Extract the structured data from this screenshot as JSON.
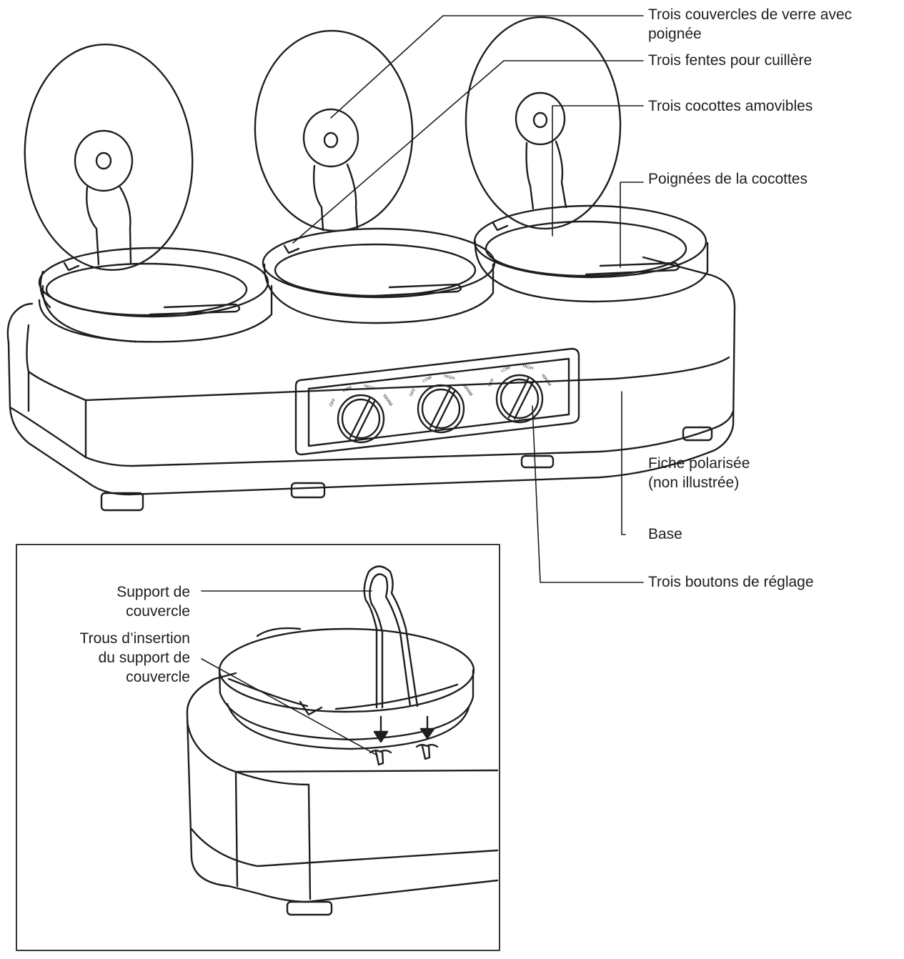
{
  "labels": {
    "lids": [
      "Trois couvercles de verre avec",
      "poignée"
    ],
    "spoon_slots": "Trois fentes pour cuillère",
    "crocks": "Trois cocottes amovibles",
    "crock_handles": "Poignées de la cocottes",
    "plug": [
      "Fiche polarisée",
      "(non illustrée)"
    ],
    "base": "Base",
    "knobs": "Trois boutons de réglage"
  },
  "inset_labels": {
    "lid_rest": [
      "Support de",
      "couvercle"
    ],
    "insertion_holes": [
      "Trous d’insertion",
      "du support de",
      "couvercle"
    ]
  },
  "knob_markings": [
    "OFF",
    "LOW",
    "HIGH",
    "WARM"
  ],
  "colors": {
    "ink": "#1e1e1e",
    "background": "#ffffff"
  }
}
